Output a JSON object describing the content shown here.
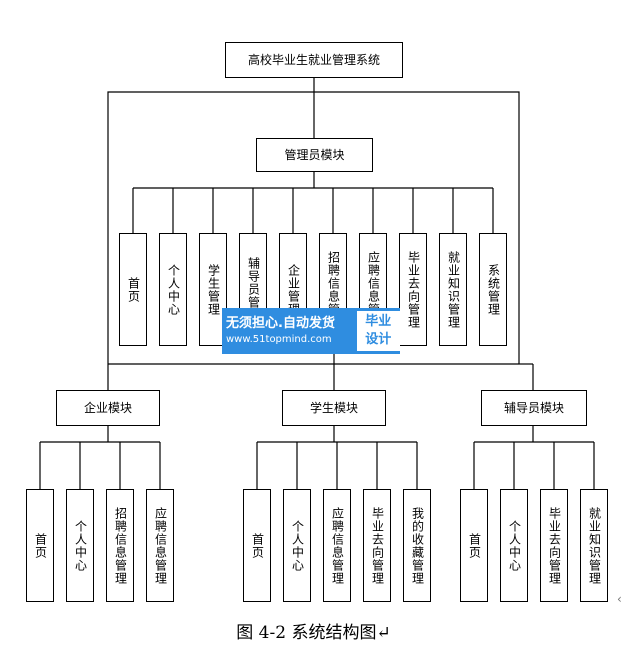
{
  "diagram": {
    "root": "高校毕业生就业管理系统",
    "admin": {
      "title": "管理员模块",
      "items": [
        "首页",
        "个人中心",
        "学生管理",
        "辅导员管理",
        "企业管理",
        "招聘信息管理",
        "应聘信息管理",
        "毕业去向管理",
        "就业知识管理",
        "系统管理"
      ]
    },
    "enterprise": {
      "title": "企业模块",
      "items": [
        "首页",
        "个人中心",
        "招聘信息管理",
        "应聘信息管理"
      ]
    },
    "student": {
      "title": "学生模块",
      "items": [
        "首页",
        "个人中心",
        "应聘信息管理",
        "毕业去向管理",
        "我的收藏管理"
      ]
    },
    "counselor": {
      "title": "辅导员模块",
      "items": [
        "首页",
        "个人中心",
        "毕业去向管理",
        "就业知识管理"
      ]
    }
  },
  "watermark": {
    "line1": "无须担心.自动发货",
    "line2": "www.51topmind.com",
    "badge1": "毕业",
    "badge2": "设计"
  },
  "caption": "图 4-2  系统结构图↵",
  "side_mark": "‹"
}
